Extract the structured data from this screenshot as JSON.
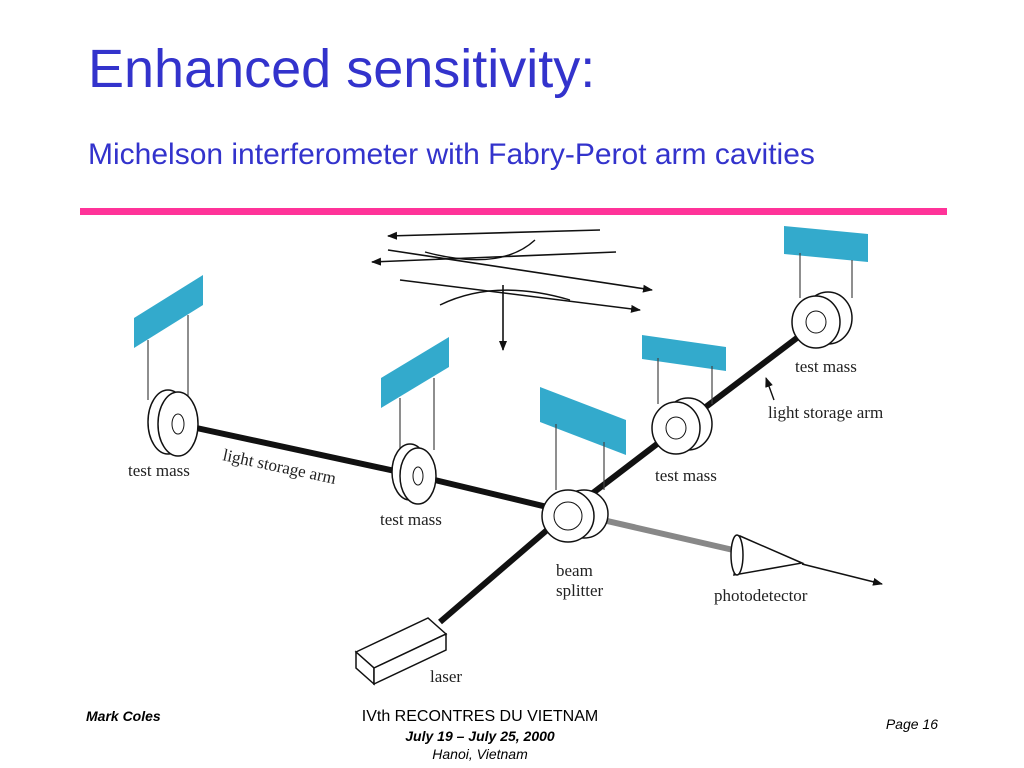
{
  "slide": {
    "title": "Enhanced sensitivity:",
    "subtitle": "Michelson interferometer with Fabry-Perot arm cavities"
  },
  "diagram": {
    "labels": {
      "test_mass_left": "test mass",
      "light_storage_arm_left": "light storage arm",
      "test_mass_center": "test mass",
      "beam_splitter_line1": "beam",
      "beam_splitter_line2": "splitter",
      "test_mass_right": "test mass",
      "test_mass_top_right": "test mass",
      "light_storage_arm_right": "light storage arm",
      "photodetector": "photodetector",
      "laser": "laser"
    },
    "colors": {
      "mirror_fill": "#33aacc",
      "beam": "#111111",
      "output_beam": "#888888",
      "accent_rule": "#ff3399",
      "title": "#3333cc"
    }
  },
  "footer": {
    "author": "Mark Coles",
    "conference": "IVth RECONTRES DU VIETNAM",
    "dates": "July 19 – July 25, 2000",
    "location": "Hanoi, Vietnam",
    "page": "Page 16"
  }
}
